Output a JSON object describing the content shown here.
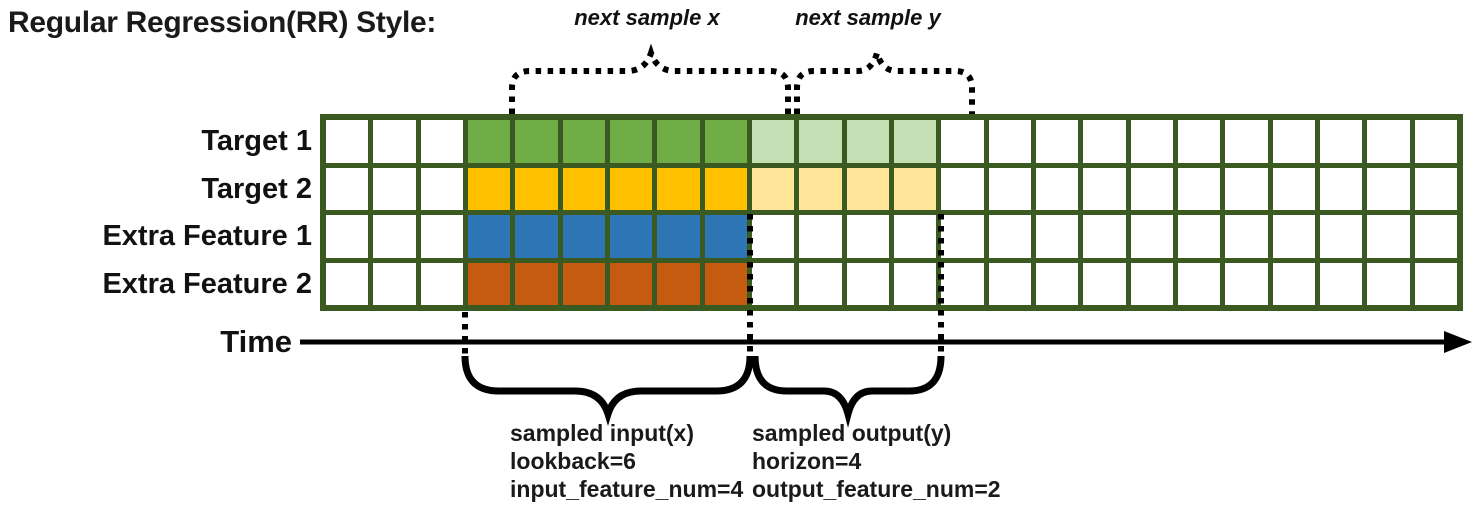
{
  "title": "Regular Regression(RR) Style:",
  "annotations": {
    "next_sample_x": "next sample x",
    "next_sample_y": "next sample y"
  },
  "axis": {
    "label": "Time"
  },
  "colors": {
    "grid_border": "#3b5a22",
    "input_target1": "#70ad47",
    "output_target1": "#c5e0b4",
    "input_target2": "#ffc000",
    "output_target2": "#ffe699",
    "input_extra1": "#2e75b6",
    "input_extra2": "#c55a11",
    "empty_cell": "#ffffff",
    "line": "#000000"
  },
  "grid": {
    "columns": 24,
    "input_start_col": 4,
    "input_end_col": 9,
    "output_start_col": 10,
    "output_end_col": 13,
    "rows": [
      {
        "label": "Target 1",
        "input_color": "#70ad47",
        "output_color": "#c5e0b4"
      },
      {
        "label": "Target 2",
        "input_color": "#ffc000",
        "output_color": "#ffe699"
      },
      {
        "label": "Extra Feature 1",
        "input_color": "#2e75b6",
        "output_color": null
      },
      {
        "label": "Extra Feature 2",
        "input_color": "#c55a11",
        "output_color": null
      }
    ]
  },
  "regions": {
    "input": {
      "lines": [
        "sampled input(x)",
        "lookback=6",
        "input_feature_num=4"
      ]
    },
    "output": {
      "lines": [
        "sampled output(y)",
        "horizon=4",
        "output_feature_num=2"
      ]
    }
  }
}
